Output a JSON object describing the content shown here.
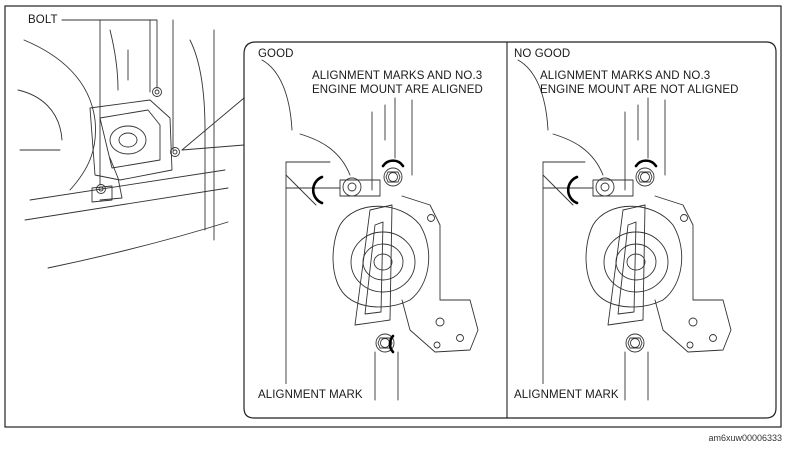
{
  "figure": {
    "bolt_label": "BOLT",
    "figure_code": "am6xuw00006333"
  },
  "panels": {
    "good": {
      "header": "GOOD",
      "callout_line1": "ALIGNMENT MARKS AND NO.3",
      "callout_line2": "ENGINE MOUNT ARE ALIGNED",
      "bottom_label": "ALIGNMENT MARK"
    },
    "no_good": {
      "header": "NO GOOD",
      "callout_line1": "ALIGNMENT MARKS AND NO.3",
      "callout_line2": "ENGINE MOUNT ARE NOT ALIGNED",
      "bottom_label": "ALIGNMENT MARK"
    }
  }
}
